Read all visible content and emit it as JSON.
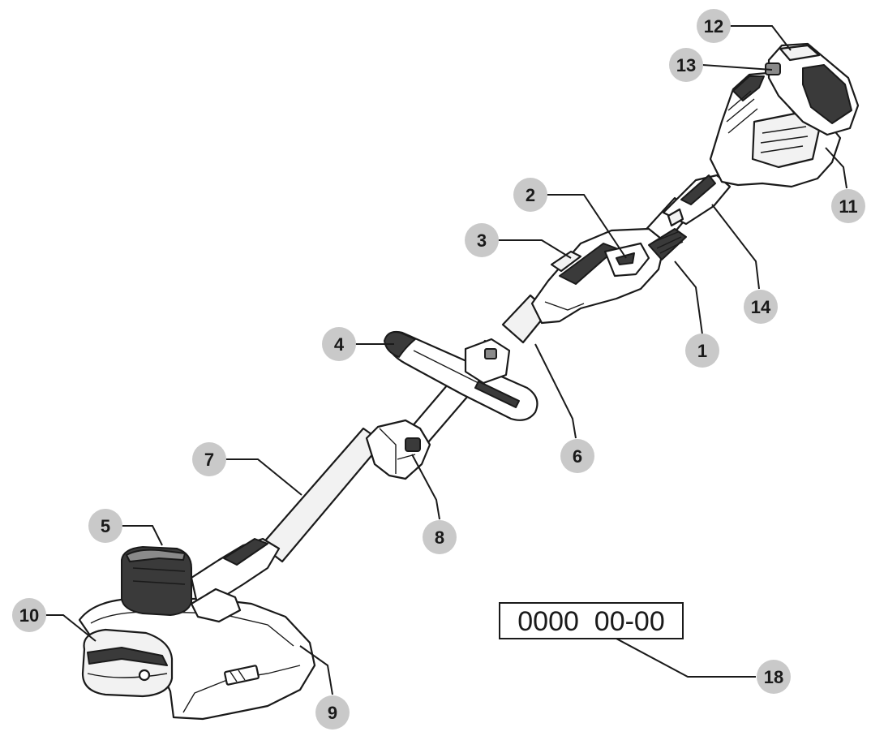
{
  "callouts": [
    {
      "id": "1",
      "label": "1"
    },
    {
      "id": "2",
      "label": "2"
    },
    {
      "id": "3",
      "label": "3"
    },
    {
      "id": "4",
      "label": "4"
    },
    {
      "id": "5",
      "label": "5"
    },
    {
      "id": "6",
      "label": "6"
    },
    {
      "id": "7",
      "label": "7"
    },
    {
      "id": "8",
      "label": "8"
    },
    {
      "id": "9",
      "label": "9"
    },
    {
      "id": "10",
      "label": "10"
    },
    {
      "id": "11",
      "label": "11"
    },
    {
      "id": "12",
      "label": "12"
    },
    {
      "id": "13",
      "label": "13"
    },
    {
      "id": "14",
      "label": "14"
    },
    {
      "id": "18",
      "label": "18"
    }
  ],
  "rating_label": {
    "text": "0000  00-00"
  },
  "colors": {
    "callout_circle": "#c9c9c9",
    "line": "#1a1a1a",
    "background": "#ffffff"
  }
}
